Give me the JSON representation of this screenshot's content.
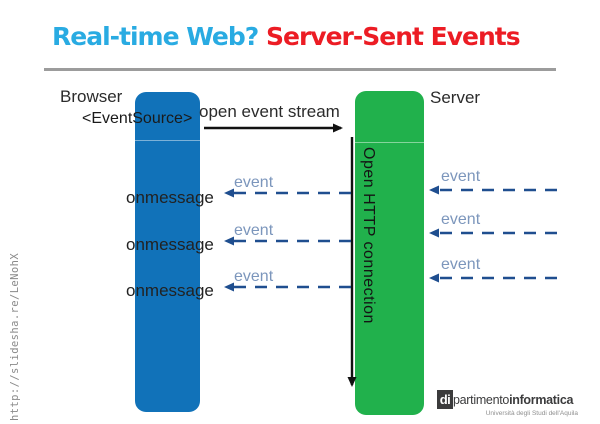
{
  "title": {
    "blue_part": "Real-time Web? ",
    "red_part": "Server-Sent Events"
  },
  "share_url": "http://slidesha.re/LeNohX",
  "diagram": {
    "browser": {
      "label": "Browser",
      "api_label": "<EventSource>",
      "handlers": [
        "onmessage",
        "onmessage",
        "onmessage"
      ]
    },
    "server": {
      "label": "Server",
      "connection_label": "Open HTTP connection"
    },
    "open_stream_label": "open event stream",
    "push_events": [
      "event",
      "event",
      "event"
    ],
    "incoming_events": [
      "event",
      "event",
      "event"
    ]
  },
  "footer": {
    "logo_prefix": "di",
    "logo_regular": "partimento",
    "logo_bold": "informatica",
    "logo_subtitle": "Università degli Studi dell'Aquila"
  },
  "colors": {
    "title_blue": "#29ABE2",
    "title_red": "#EC1C24",
    "browser_box": "#1172B9",
    "server_box": "#21B14C",
    "arrow_navy": "#1F4E8F",
    "event_label": "#7C96BC",
    "rule_gray": "#9C9C9C"
  }
}
